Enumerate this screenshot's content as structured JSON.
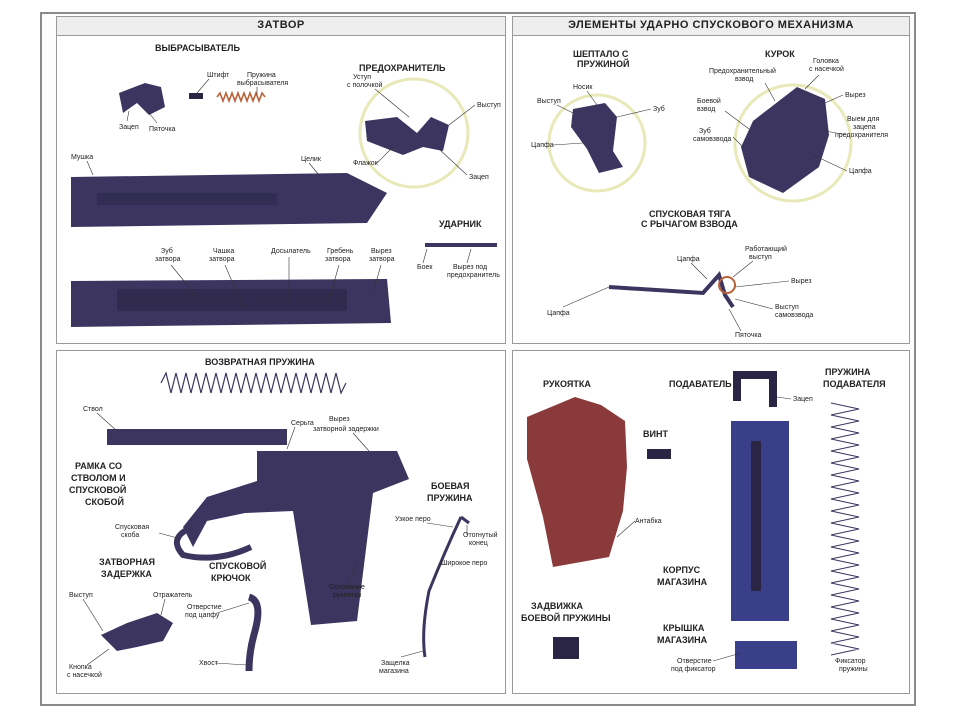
{
  "panels": {
    "bolt": {
      "title": "ЗАТВОР",
      "labels": {
        "extractor": "ВЫБРАСЫВАТЕЛЬ",
        "safety": "ПРЕДОХРАНИТЕЛЬ",
        "firing_pin": "УДАРНИК",
        "pin": "Штифт",
        "extractor_spring_1": "Пружина",
        "extractor_spring_2": "выбрасывателя",
        "hook": "Зацеп",
        "heel": "Пяточка",
        "ledge_shelf_1": "Уступ",
        "ledge_shelf_2": "с полочкой",
        "protrusion": "Выступ",
        "flag": "Флажок",
        "catch": "Зацеп",
        "front_sight": "Мушка",
        "rear_sight": "Целик",
        "bolt_tooth_1": "Зуб",
        "bolt_tooth_2": "затвора",
        "bolt_cup_1": "Чашка",
        "bolt_cup_2": "затвора",
        "rammer": "Досылатель",
        "bolt_ridge_1": "Гребень",
        "bolt_ridge_2": "затвора",
        "ejection_port_1": "Вырез",
        "ejection_port_2": "затвора",
        "striker": "Боек",
        "safety_cutout_1": "Вырез под",
        "safety_cutout_2": "предохранитель"
      }
    },
    "trigger_mech": {
      "title": "ЭЛЕМЕНТЫ УДАРНО СПУСКОВОГО МЕХАНИЗМА",
      "labels": {
        "sear_1": "ШЕПТАЛО С",
        "sear_2": "ПРУЖИНОЙ",
        "hammer": "КУРОК",
        "nose": "Носик",
        "protrusion": "Выступ",
        "tooth": "Зуб",
        "axle": "Цапфа",
        "safety_cock_1": "Предохранительный",
        "safety_cock_2": "взвод",
        "combat_cock_1": "Боевой",
        "combat_cock_2": "взвод",
        "self_cock_tooth_1": "Зуб",
        "self_cock_tooth_2": "самовзвода",
        "head_notch_1": "Головка",
        "head_notch_2": "с насечкой",
        "notch": "Вырез",
        "safety_recess_1": "Выем для",
        "safety_recess_2": "зацепа",
        "safety_recess_3": "предохранителя",
        "hammer_axle": "Цапфа",
        "trigger_bar_1": "СПУСКОВАЯ ТЯГА",
        "trigger_bar_2": "С РЫЧАГОМ ВЗВОДА",
        "bar_axle_top": "Цапфа",
        "working_ledge_1": "Работающий",
        "working_ledge_2": "выступ",
        "bar_notch": "Вырез",
        "self_cock_ledge_1": "Выступ",
        "self_cock_ledge_2": "самовзвода",
        "bar_axle_left": "Цапфа",
        "bar_heel": "Пяточка"
      }
    },
    "frame": {
      "labels": {
        "recoil_spring": "ВОЗВРАТНАЯ ПРУЖИНА",
        "frame_1": "РАМКА СО",
        "frame_2": "СТВОЛОМ И",
        "frame_3": "СПУСКОВОЙ",
        "frame_4": "СКОБОЙ",
        "barrel": "Ствол",
        "sear_bar": "Серьга",
        "slide_stop_cutout_1": "Вырез",
        "slide_stop_cutout_2": "затворной задержки",
        "trigger_guard_1": "Спусковая",
        "trigger_guard_2": "скоба",
        "slide_stop_1": "ЗАТВОРНАЯ",
        "slide_stop_2": "ЗАДЕРЖКА",
        "trigger_1": "СПУСКОВОЙ",
        "trigger_2": "КРЮЧОК",
        "mainspring_1": "БОЕВАЯ",
        "mainspring_2": "ПРУЖИНА",
        "stop_protrusion": "Выступ",
        "reflector": "Отражатель",
        "axle_hole_1": "Отверстие",
        "axle_hole_2": "под цапфу",
        "grip_base_1": "Основание",
        "grip_base_2": "рукоятки",
        "narrow_leaf": "Узкое перо",
        "bent_end_1": "Отогнутый",
        "bent_end_2": "конец",
        "wide_leaf": "Широкое перо",
        "button_1": "Кнопка",
        "button_2": "с насечкой",
        "tail": "Хвост",
        "mag_latch_1": "Защелка",
        "mag_latch_2": "магазина"
      }
    },
    "magazine": {
      "labels": {
        "grip": "РУКОЯТКА",
        "follower": "ПОДАВАТЕЛЬ",
        "follower_spring_1": "ПРУЖИНА",
        "follower_spring_2": "ПОДАВАТЕЛЯ",
        "catch": "Зацеп",
        "screw": "ВИНТ",
        "swivel": "Антабка",
        "mag_body_1": "КОРПУС",
        "mag_body_2": "МАГАЗИНА",
        "mainspring_slide_1": "ЗАДВИЖКА",
        "mainspring_slide_2": "БОЕВОЙ ПРУЖИНЫ",
        "mag_cover_1": "КРЫШКА",
        "mag_cover_2": "МАГАЗИНА",
        "latch_hole_1": "Отверстие",
        "latch_hole_2": "под фиксатор",
        "spring_lock_1": "Фиксатор",
        "spring_lock_2": "пружины"
      }
    }
  },
  "colors": {
    "steel": "#3b3560",
    "steel_dark": "#2a2545",
    "grip": "#8a3a3a",
    "magazine": "#3a3f8a",
    "spring": "#b8623a",
    "ring": "#e8e9b8"
  }
}
